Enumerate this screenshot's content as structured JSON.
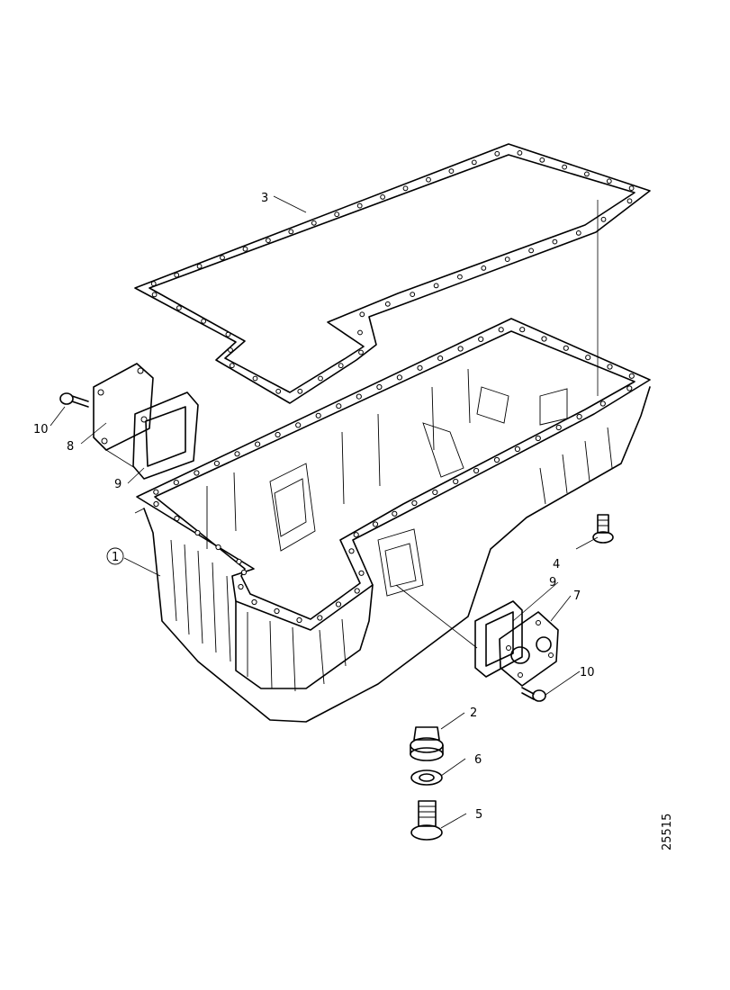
{
  "callouts": [
    {
      "id": "1",
      "name": "oil-pan"
    },
    {
      "id": "2",
      "name": "drain-plug"
    },
    {
      "id": "3",
      "name": "oil-pan-gasket"
    },
    {
      "id": "4",
      "name": "bolt"
    },
    {
      "id": "5",
      "name": "drain-plug"
    },
    {
      "id": "6",
      "name": "sealing-washer"
    },
    {
      "id": "7",
      "name": "flange"
    },
    {
      "id": "8",
      "name": "cover-plate"
    },
    {
      "id": "9",
      "name": "gasket"
    },
    {
      "id": "9",
      "name": "gasket"
    },
    {
      "id": "10",
      "name": "bolt"
    },
    {
      "id": "10",
      "name": "bolt"
    }
  ],
  "reference_number": "25515"
}
